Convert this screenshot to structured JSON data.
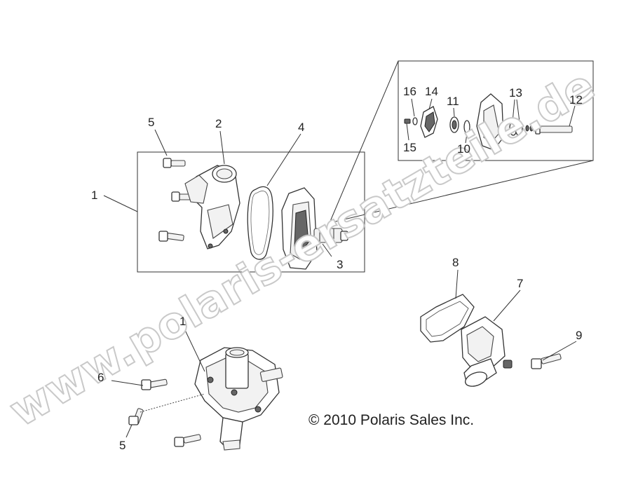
{
  "callouts": {
    "c1_top": "1",
    "c2": "2",
    "c3": "3",
    "c4": "4",
    "c5_top": "5",
    "c16": "16",
    "c14": "14",
    "c11": "11",
    "c13": "13",
    "c12": "12",
    "c15": "15",
    "c10": "10",
    "c8": "8",
    "c7": "7",
    "c9": "9",
    "c1_bottom": "1",
    "c6": "6",
    "c5_bottom": "5"
  },
  "copyright": "© 2010 Polaris Sales Inc.",
  "watermark": "www.polaris-ersatzteile.de"
}
